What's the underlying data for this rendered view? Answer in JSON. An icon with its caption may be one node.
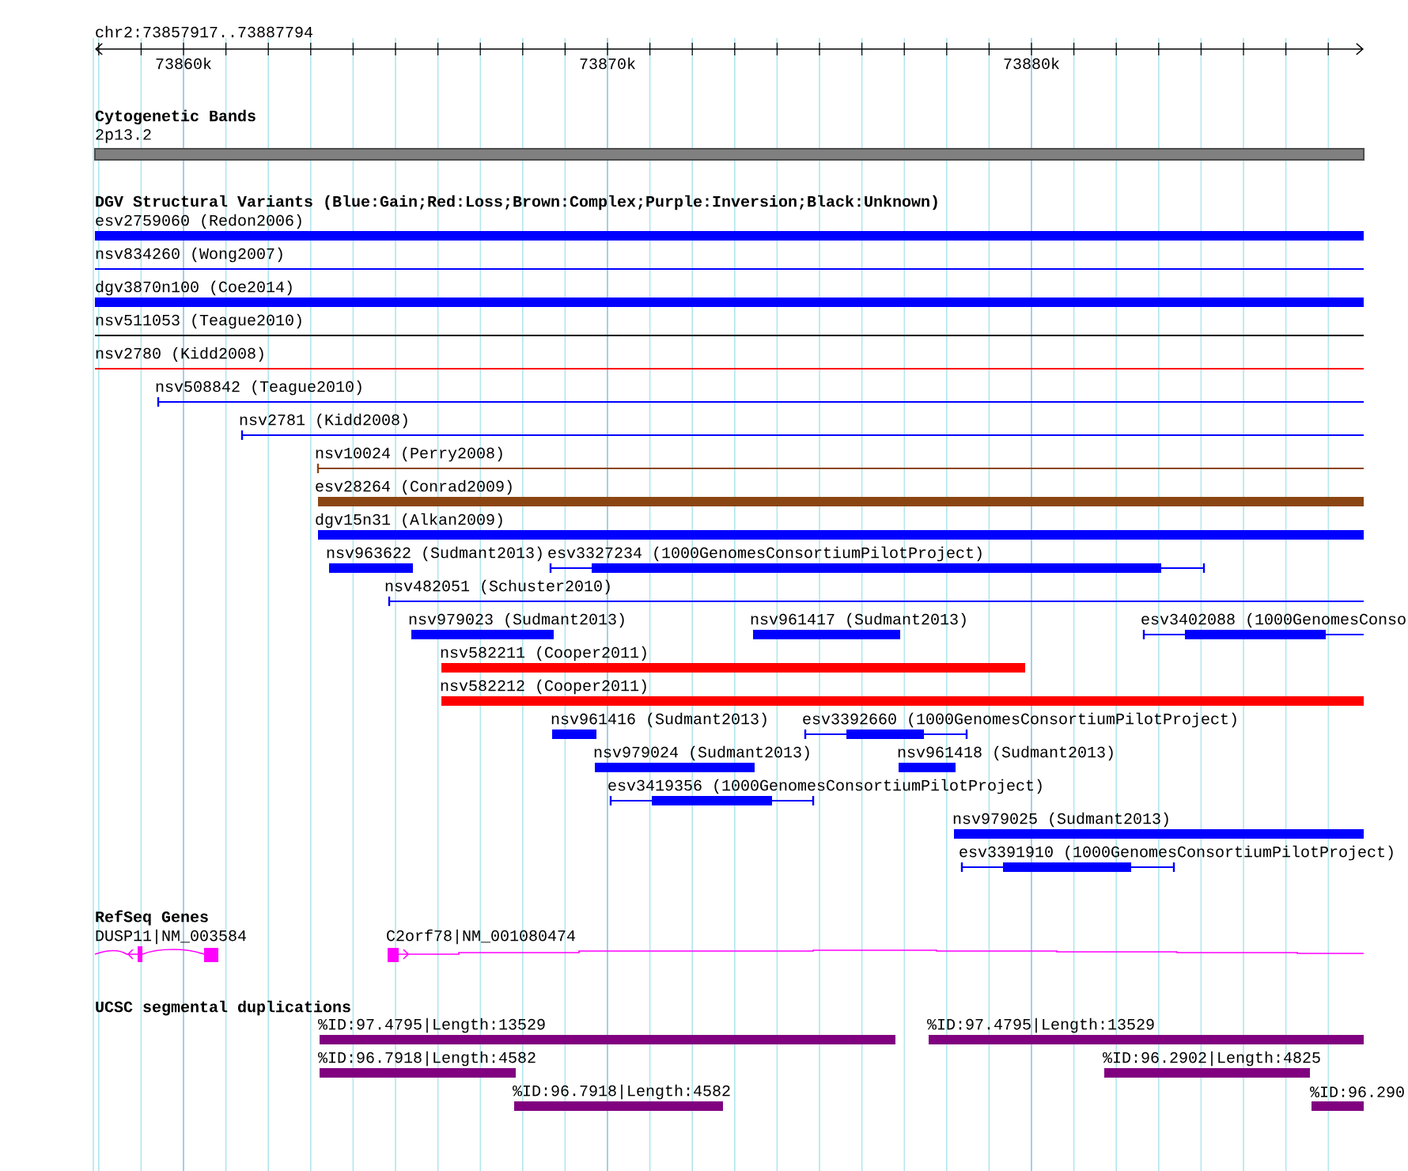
{
  "diagram": {
    "nodes": [
      {
        "text": [
          "2p13.2"
        ]
      },
      {
        "text": [
          "esv2759060 (Redon2006)"
        ]
      },
      {
        "text": [
          "nsv834260 (Wong2007)"
        ]
      },
      {
        "text": [
          "dgv3870n100 (Coe2014)"
        ]
      },
      {
        "text": [
          "nsv511053 (Teague2010)"
        ]
      },
      {
        "text": [
          "nsv2780 (Kidd2008)"
        ]
      },
      {
        "text": [
          "nsv508842 (Teague2010)"
        ]
      },
      {
        "text": [
          "nsv2781 (Kidd2008)"
        ]
      },
      {
        "text": [
          "nsv10024 (Perry2008)"
        ]
      },
      {
        "text": [
          "esv28264 (Conrad2009)"
        ]
      },
      {
        "text": [
          "dgv15n31 (Alkan2009)"
        ]
      },
      {
        "text": [
          "nsv963622 (Sudmant2013)"
        ]
      },
      {
        "text": [
          "esv3327234 (1000GenomesConsortiumPilotProject)"
        ]
      },
      {
        "text": [
          "nsv482051 (Schuster2010)"
        ]
      },
      {
        "text": [
          "nsv979023 (Sudmant2013)"
        ]
      },
      {
        "text": [
          "nsv961417 (Sudmant2013)"
        ]
      },
      {
        "text": [
          "esv3402088 (1000GenomesConso"
        ]
      },
      {
        "text": [
          "nsv582211 (Cooper2011)"
        ]
      },
      {
        "text": [
          "nsv582212 (Cooper2011)"
        ]
      },
      {
        "text": [
          "nsv961416 (Sudmant2013)"
        ]
      },
      {
        "text": [
          "esv3392660 (1000GenomesConsortiumPilotProject)"
        ]
      },
      {
        "text": [
          "nsv979024 (Sudmant2013)"
        ]
      },
      {
        "text": [
          "nsv961418 (Sudmant2013)"
        ]
      },
      {
        "text": [
          "esv3419356 (1000GenomesConsortiumPilotProject)"
        ]
      },
      {
        "text": [
          "nsv979025 (Sudmant2013)"
        ]
      },
      {
        "text": [
          "esv3391910 (1000GenomesConsortiumPilotProject)"
        ]
      },
      {
        "text": [
          "DUSP11|NM_003584"
        ]
      },
      {
        "text": [
          "C2orf78|NM_001080474"
        ]
      },
      {
        "text": [
          "%ID:97.4795|Length:13529"
        ]
      },
      {
        "text": [
          "%ID:97.4795|Length:13529"
        ]
      },
      {
        "text": [
          "%ID:96.7918|Length:4582"
        ]
      },
      {
        "text": [
          "%ID:96.2902|Length:4825"
        ]
      },
      {
        "text": [
          "%ID:96.7918|Length:4582"
        ]
      },
      {
        "text": [
          "%ID:96.290"
        ]
      }
    ],
    "labels": [
      "chr2:73857917..73887794",
      "73860k",
      "73870k",
      "73880k",
      "Cytogenetic Bands",
      "DGV Structural Variants (Blue:Gain;Red:Loss;Brown:Complex;Purple:Inversion;Black:Unknown)",
      "RefSeq Genes",
      "UCSC segmental duplications"
    ]
  }
}
